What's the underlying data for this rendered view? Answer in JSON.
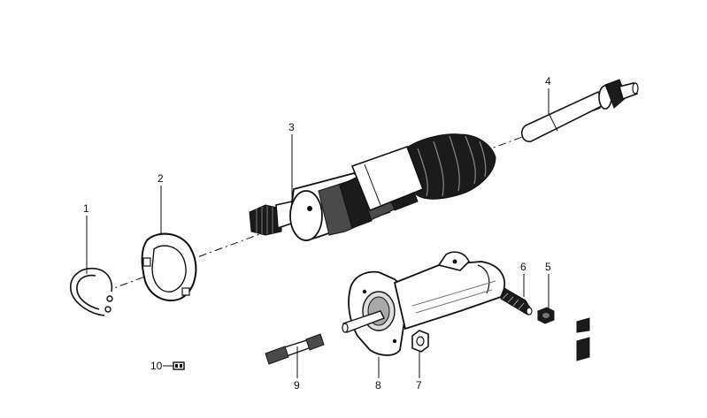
{
  "callouts": [
    {
      "id": "1",
      "part": "circlip"
    },
    {
      "id": "2",
      "part": "plate"
    },
    {
      "id": "3",
      "part": "slave-cylinder"
    },
    {
      "id": "4",
      "part": "pushrod"
    },
    {
      "id": "5",
      "part": "nut"
    },
    {
      "id": "6",
      "part": "bleeder-screw"
    },
    {
      "id": "7",
      "part": "nut"
    },
    {
      "id": "8",
      "part": "slave-cylinder-housing"
    },
    {
      "id": "9",
      "part": "stud"
    },
    {
      "id": "10",
      "part": "small-part"
    }
  ]
}
